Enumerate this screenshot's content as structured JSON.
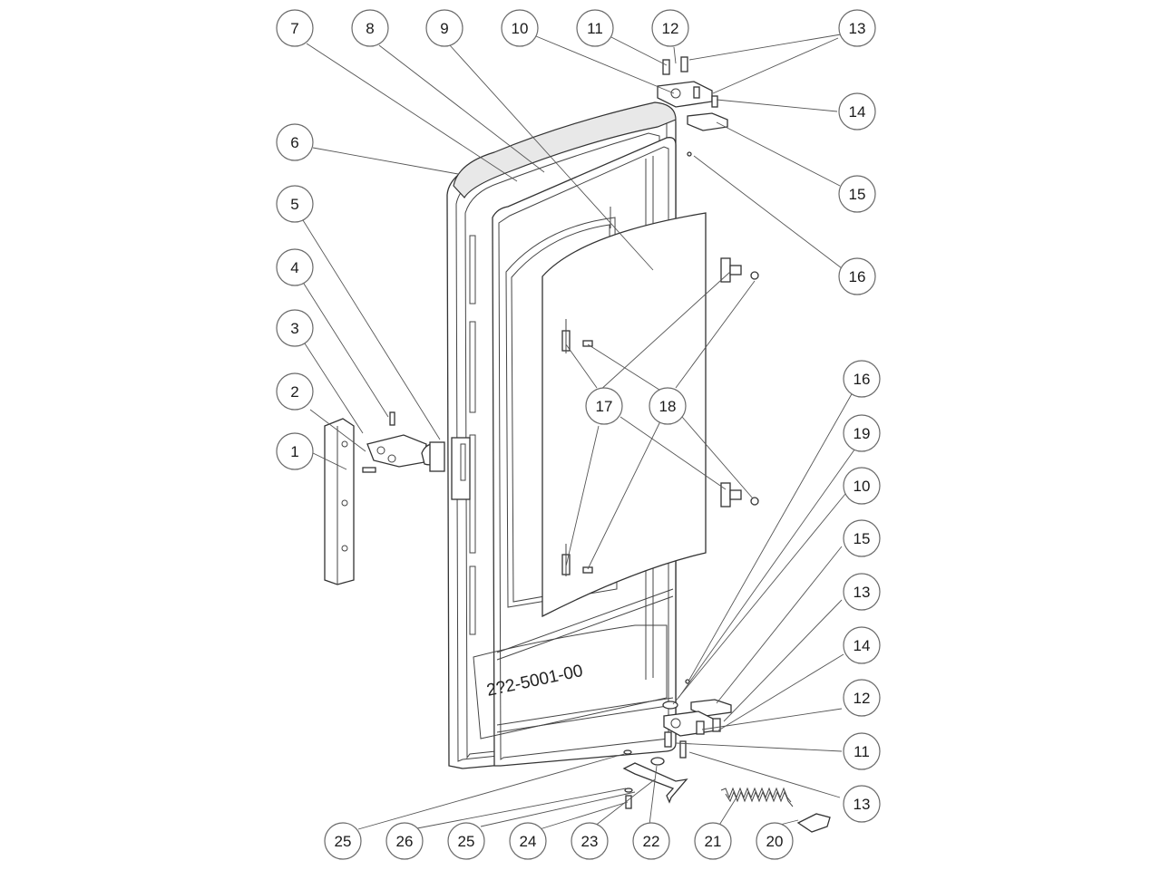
{
  "diagram": {
    "serial_number": "2?2-5001-00",
    "callouts": [
      {
        "id": "c1",
        "label": "1"
      },
      {
        "id": "c2",
        "label": "2"
      },
      {
        "id": "c3",
        "label": "3"
      },
      {
        "id": "c4",
        "label": "4"
      },
      {
        "id": "c5",
        "label": "5"
      },
      {
        "id": "c6",
        "label": "6"
      },
      {
        "id": "c7",
        "label": "7"
      },
      {
        "id": "c8",
        "label": "8"
      },
      {
        "id": "c9",
        "label": "9"
      },
      {
        "id": "c10a",
        "label": "10"
      },
      {
        "id": "c11a",
        "label": "11"
      },
      {
        "id": "c12a",
        "label": "12"
      },
      {
        "id": "c13a",
        "label": "13"
      },
      {
        "id": "c14a",
        "label": "14"
      },
      {
        "id": "c15a",
        "label": "15"
      },
      {
        "id": "c16a",
        "label": "16"
      },
      {
        "id": "c16b",
        "label": "16"
      },
      {
        "id": "c17",
        "label": "17"
      },
      {
        "id": "c18",
        "label": "18"
      },
      {
        "id": "c19",
        "label": "19"
      },
      {
        "id": "c10b",
        "label": "10"
      },
      {
        "id": "c15b",
        "label": "15"
      },
      {
        "id": "c13b",
        "label": "13"
      },
      {
        "id": "c14b",
        "label": "14"
      },
      {
        "id": "c12b",
        "label": "12"
      },
      {
        "id": "c11b",
        "label": "11"
      },
      {
        "id": "c13c",
        "label": "13"
      },
      {
        "id": "c25a",
        "label": "25"
      },
      {
        "id": "c26",
        "label": "26"
      },
      {
        "id": "c25b",
        "label": "25"
      },
      {
        "id": "c24",
        "label": "24"
      },
      {
        "id": "c23",
        "label": "23"
      },
      {
        "id": "c22",
        "label": "22"
      },
      {
        "id": "c21",
        "label": "21"
      },
      {
        "id": "c20",
        "label": "20"
      }
    ]
  }
}
